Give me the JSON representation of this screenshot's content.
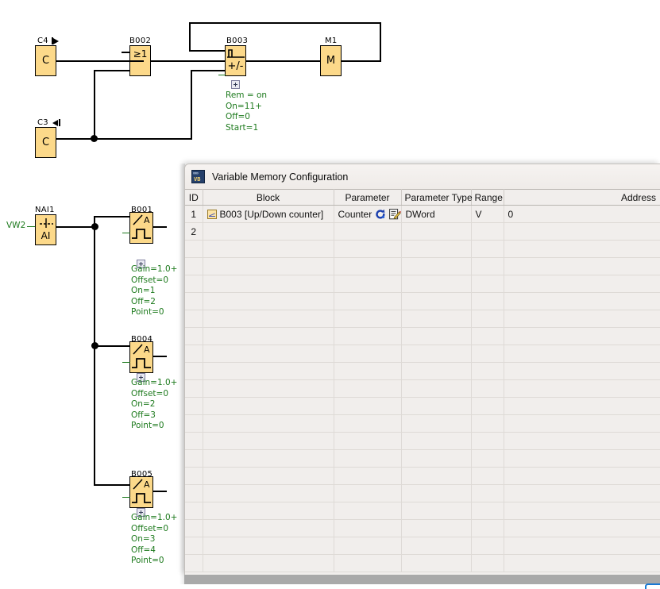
{
  "diagram": {
    "blocks": [
      {
        "id": "c4",
        "name": "C4",
        "glyph": "C",
        "marker": "arrow-right"
      },
      {
        "id": "c3",
        "name": "C3",
        "glyph": "C",
        "marker": "arrow-left"
      },
      {
        "id": "b002",
        "name": "B002",
        "glyph": "≥1",
        "marker": "none"
      },
      {
        "id": "b003",
        "name": "B003",
        "glyph": "+/-",
        "marker": "none"
      },
      {
        "id": "m1",
        "name": "M1",
        "glyph": "M",
        "marker": "none"
      },
      {
        "id": "nai1",
        "name": "NAI1",
        "glyph": "AI",
        "marker": "none"
      },
      {
        "id": "b001",
        "name": "B001",
        "glyph": "A",
        "marker": "none"
      },
      {
        "id": "b004",
        "name": "B004",
        "glyph": "A",
        "marker": "none"
      },
      {
        "id": "b005",
        "name": "B005",
        "glyph": "A",
        "marker": "none"
      }
    ],
    "input_label": "VW2",
    "b003_params": [
      "Rem = on",
      "On=11+",
      "Off=0",
      "Start=1"
    ],
    "b001_params": [
      "Gain=1.0+",
      "Offset=0",
      "On=1",
      "Off=2",
      "Point=0"
    ],
    "b004_params": [
      "Gain=1.0+",
      "Offset=0",
      "On=2",
      "Off=3",
      "Point=0"
    ],
    "b005_params": [
      "Gain=1.0+",
      "Offset=0",
      "On=3",
      "Off=4",
      "Point=0"
    ],
    "colors": {
      "block_fill": "#fcd98a",
      "block_border": "#000000",
      "wire": "#000000",
      "param_text": "#1d7a1d"
    }
  },
  "vm_window": {
    "title": "Variable Memory Configuration",
    "icon": "variable-memory-icon",
    "columns": [
      "ID",
      "Block",
      "Parameter",
      "Parameter Type",
      "Range",
      "Address"
    ],
    "rows": [
      {
        "id": "1",
        "block": "B003 [Up/Down counter]",
        "parameter": "Counter",
        "parameter_type": "DWord",
        "range": "V",
        "address": "0",
        "has_refresh_icon": true,
        "has_edit_icon": true
      },
      {
        "id": "2",
        "block": "",
        "parameter": "",
        "parameter_type": "",
        "range": "",
        "address": "",
        "has_refresh_icon": false,
        "has_edit_icon": false
      }
    ],
    "empty_row_count": 19
  }
}
